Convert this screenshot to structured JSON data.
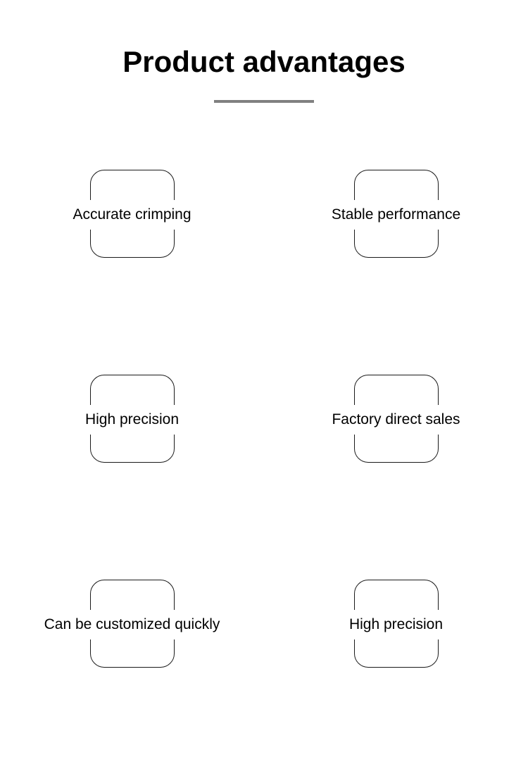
{
  "header": {
    "title": "Product advantages",
    "divider_color": "#808080"
  },
  "theme": {
    "background": "#ffffff",
    "text_color": "#000000",
    "box_border_color": "#1a1a1a",
    "divider_color": "#808080"
  },
  "features": {
    "columns": 2,
    "rows": 3,
    "items": [
      {
        "label": "Accurate crimping"
      },
      {
        "label": "Stable performance"
      },
      {
        "label": "High precision"
      },
      {
        "label": "Factory direct sales"
      },
      {
        "label": "Can be customized quickly"
      },
      {
        "label": "High precision"
      }
    ]
  }
}
